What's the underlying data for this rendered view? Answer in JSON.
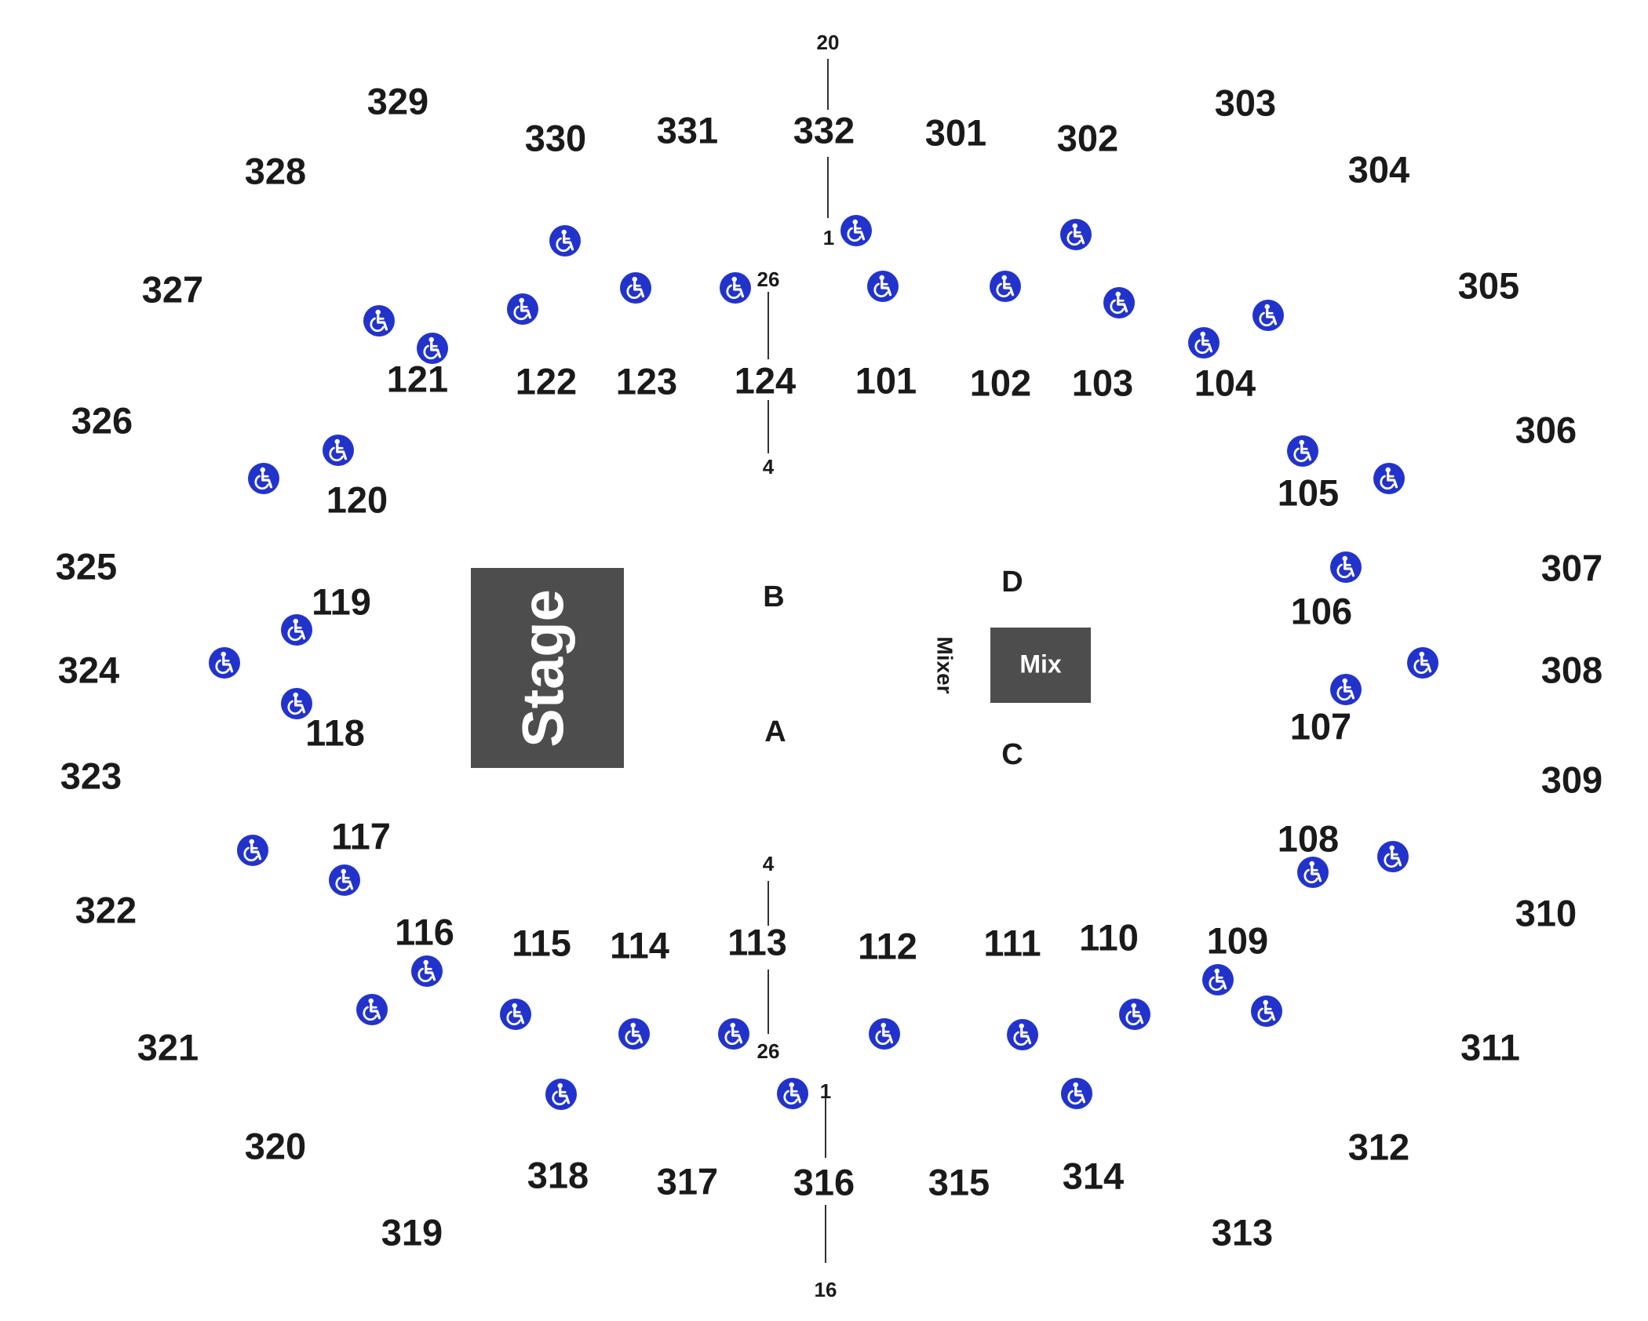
{
  "map": {
    "stage_label": "Stage",
    "mix_label": "Mix",
    "mixer_label": "Mixer",
    "accessible_icon": "wheelchair-icon",
    "accessible_color": "#2233cc",
    "stage_color": "#4d4d4d",
    "floor_sections": [
      "A",
      "B",
      "C",
      "D"
    ],
    "sections_100": [
      "101",
      "102",
      "103",
      "104",
      "105",
      "106",
      "107",
      "108",
      "109",
      "110",
      "111",
      "112",
      "113",
      "114",
      "115",
      "116",
      "117",
      "118",
      "119",
      "120",
      "121",
      "122",
      "123",
      "124"
    ],
    "sections_300": [
      "301",
      "302",
      "303",
      "304",
      "305",
      "306",
      "307",
      "308",
      "309",
      "310",
      "311",
      "312",
      "313",
      "314",
      "315",
      "316",
      "317",
      "318",
      "319",
      "320",
      "321",
      "322",
      "323",
      "324",
      "325",
      "326",
      "327",
      "328",
      "329",
      "330",
      "331",
      "332"
    ],
    "row_markers": [
      "20",
      "1",
      "26",
      "4",
      "4",
      "26",
      "1",
      "16"
    ]
  }
}
